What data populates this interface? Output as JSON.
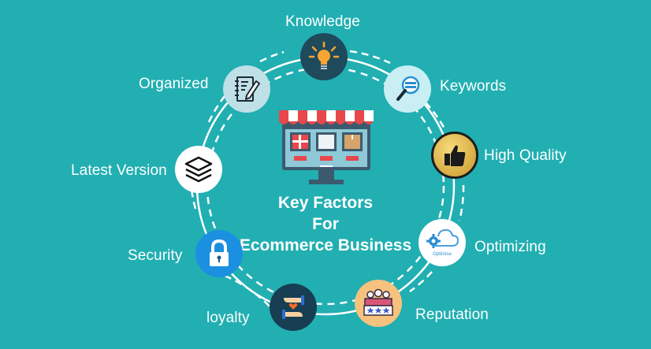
{
  "title": {
    "line1": "Key Factors",
    "line2": "For",
    "line3": "Ecommerce Business"
  },
  "center_icon": "ecommerce-storefront-monitor-icon",
  "colors": {
    "background": "#21afb2",
    "ring": "#ffffff",
    "text": "#ffffff",
    "awning_red": "#e8474b",
    "monitor_dark": "#3c5a6e"
  },
  "factors": [
    {
      "label": "Knowledge",
      "icon": "lightbulb-icon"
    },
    {
      "label": "Keywords",
      "icon": "magnifier-keyword-icon"
    },
    {
      "label": "High Quality",
      "icon": "thumbs-up-badge-icon"
    },
    {
      "label": "Optimizing",
      "icon": "cloud-gear-optimise-icon",
      "icon_caption": "Optimise"
    },
    {
      "label": "Reputation",
      "icon": "people-rating-stars-icon"
    },
    {
      "label": "loyalty",
      "icon": "hands-heart-icon"
    },
    {
      "label": "Security",
      "icon": "padlock-icon"
    },
    {
      "label": "Latest Version",
      "icon": "layers-stack-icon"
    },
    {
      "label": "Organized",
      "icon": "notebook-pencil-icon"
    }
  ]
}
